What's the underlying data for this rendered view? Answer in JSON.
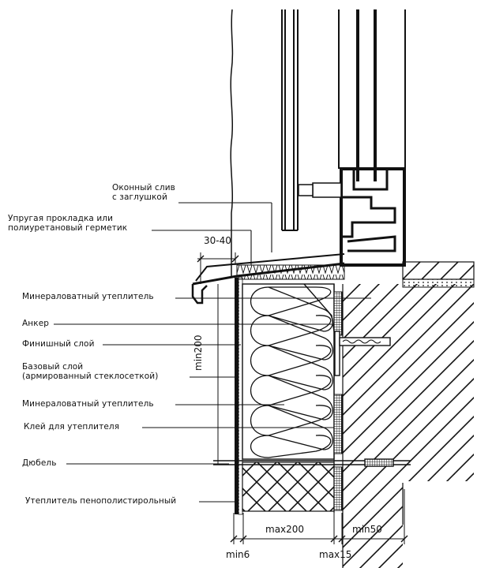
{
  "title": "Узел примыкания оконного слива к утеплённой стене",
  "colors": {
    "ink": "#111111",
    "paper": "#ffffff"
  },
  "callouts": [
    {
      "id": "window-sill",
      "lines": [
        "Оконный слив",
        "с заглушкой"
      ]
    },
    {
      "id": "gasket",
      "lines": [
        "Упругая прокладка или",
        "полиуретановый герметик"
      ]
    },
    {
      "id": "mineral-wool-top",
      "lines": [
        "Минераловатный утеплитель"
      ]
    },
    {
      "id": "anchor",
      "lines": [
        "Анкер"
      ]
    },
    {
      "id": "finish-layer",
      "lines": [
        "Финишный слой"
      ]
    },
    {
      "id": "base-layer",
      "lines": [
        "Базовый слой",
        "(армированный стеклосеткой)"
      ]
    },
    {
      "id": "mineral-wool",
      "lines": [
        "Минераловатный утеплитель"
      ]
    },
    {
      "id": "insulation-glue",
      "lines": [
        "Клей для утеплителя"
      ]
    },
    {
      "id": "dowel",
      "lines": [
        "Дюбель"
      ]
    },
    {
      "id": "eps-insulation",
      "lines": [
        "Утеплитель пенополистирольный"
      ]
    }
  ],
  "dimensions": {
    "overhang": "30-40",
    "height_min": "min200",
    "insulation_max": "max200",
    "wall_min": "min50",
    "render_min": "min6",
    "glue_max": "max15"
  }
}
